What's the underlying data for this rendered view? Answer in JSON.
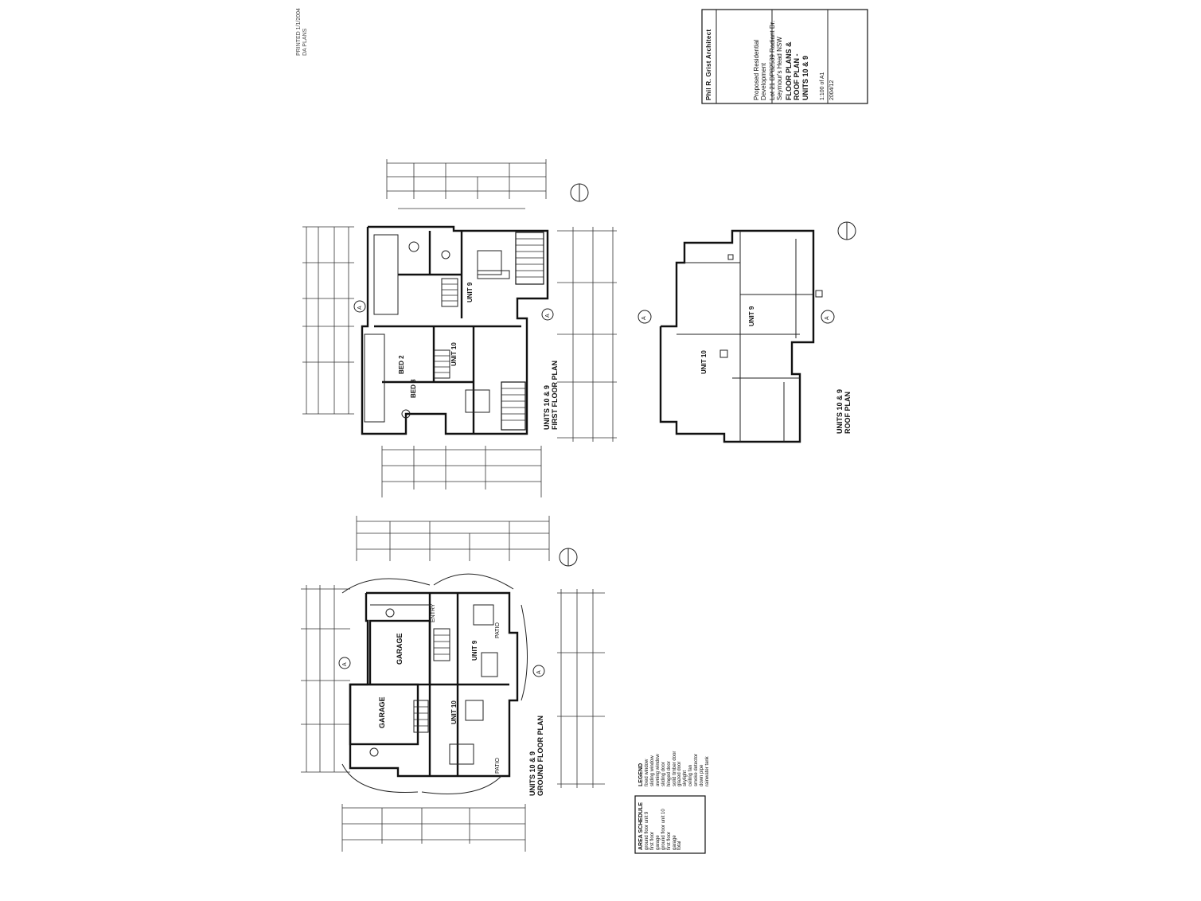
{
  "title_block": {
    "firm": "Phil R. Grist Architect",
    "project_line1": "Proposed Residential",
    "project_line2": "Development",
    "address_line1": "Lot 21 DP82539 Radiant Dr.",
    "address_line2": "Seymour's Head NSW",
    "sheet_title_1": "FLOOR PLANS &",
    "sheet_title_2": "ROOF PLAN -",
    "sheet_title_3": "UNITS 10 & 9",
    "scale": "1:100 of A1",
    "date_job": "2004/12"
  },
  "corner_note": {
    "line1": "PRINTED 1/1/2004",
    "line2": "DA PLANS"
  },
  "plans": {
    "first_floor": {
      "title_1": "UNITS 10 & 9",
      "title_2": "FIRST FLOOR PLAN",
      "unit_a": "UNIT 9",
      "unit_b": "UNIT 10",
      "bed2": "BED 2",
      "bed3": "BED 3"
    },
    "ground_floor": {
      "title_1": "UNITS 10 & 9",
      "title_2": "GROUND FLOOR PLAN",
      "garage_a": "GARAGE",
      "garage_b": "GARAGE",
      "patio_a": "PATIO",
      "patio_b": "PATIO",
      "unit_a": "UNIT 9",
      "unit_b": "UNIT 10",
      "entry": "ENTRY"
    },
    "roof": {
      "title_1": "UNITS 10 & 9",
      "title_2": "ROOF PLAN",
      "unit_a": "UNIT 9",
      "unit_b": "UNIT 10"
    }
  },
  "legend": {
    "heading": "LEGEND",
    "items": [
      "fixed window",
      "sliding window",
      "awning window",
      "sliding door",
      "hinged door",
      "solid timber door",
      "glazed door",
      "skylight",
      "ceiling fan",
      "smoke detector",
      "down pipe",
      "rainwater tank"
    ]
  },
  "area_schedule": {
    "heading": "AREA SCHEDULE",
    "rows": [
      [
        "ground floor",
        "unit 9"
      ],
      [
        "first floor",
        ""
      ],
      [
        "garage",
        ""
      ],
      [
        "ground floor",
        "unit 10"
      ],
      [
        "first floor",
        ""
      ],
      [
        "garage",
        ""
      ],
      [
        "total",
        ""
      ]
    ]
  },
  "grid_markers": [
    "A",
    "A",
    "A",
    "A",
    "A",
    "A"
  ]
}
